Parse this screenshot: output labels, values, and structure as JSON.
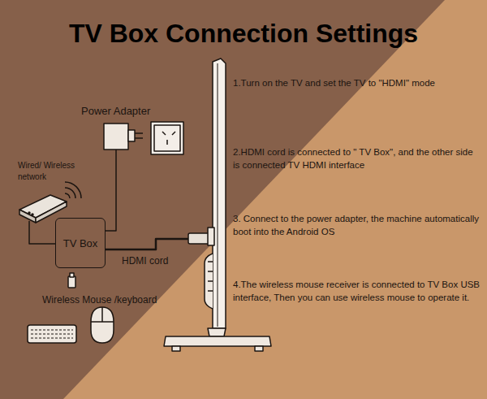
{
  "diagram": {
    "title": "TV Box Connection Settings",
    "nodes": [
      {
        "text": [
          "TV Box"
        ]
      }
    ],
    "labels": [
      "Power Adapter",
      "Wired/ Wireless network",
      "HDMI cord",
      "Wireless Mouse /keyboard",
      "1.Turn on the TV and set the TV to \"HDMI\" mode",
      "2.HDMI cord is connected to \" TV Box\", and the other side is connected TV HDMI interface",
      "3. Connect to the power adapter, the machine automatically boot into the Android OS",
      "4.The wireless mouse receiver is connected to TV Box USB interface, Then you can use wireless mouse to operate it."
    ]
  }
}
